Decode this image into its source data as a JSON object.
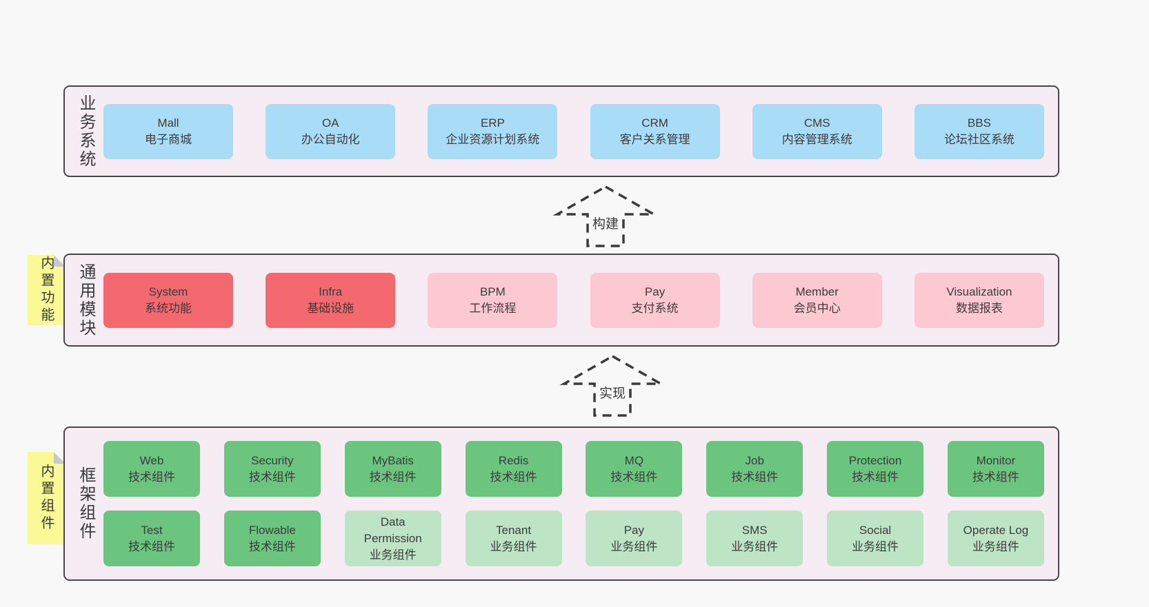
{
  "colors": {
    "page_background": "#f8f8f8",
    "layer_background": "#f5ecf4",
    "layer_border": "#474747",
    "box_blue": "#a9dcf6",
    "box_red": "#f4696f",
    "box_pink": "#fcc9d3",
    "box_green": "#6cc57f",
    "box_light_green": "#bce4c5",
    "note_yellow": "#fbf896",
    "note_fold_gray": "#c9c9c9",
    "text": "#3b3b3b"
  },
  "arrows": [
    {
      "label": "构建"
    },
    {
      "label": "实现"
    }
  ],
  "layers": [
    {
      "side_label": "业务系统",
      "boxes": [
        {
          "title": "Mall",
          "subtitle": "电子商城"
        },
        {
          "title": "OA",
          "subtitle": "办公自动化"
        },
        {
          "title": "ERP",
          "subtitle": "企业资源计划系统"
        },
        {
          "title": "CRM",
          "subtitle": "客户关系管理"
        },
        {
          "title": "CMS",
          "subtitle": "内容管理系统"
        },
        {
          "title": "BBS",
          "subtitle": "论坛社区系统"
        }
      ]
    },
    {
      "side_label": "通用模块",
      "note": "内置功能",
      "boxes": [
        {
          "title": "System",
          "subtitle": "系统功能"
        },
        {
          "title": "Infra",
          "subtitle": "基础设施"
        },
        {
          "title": "BPM",
          "subtitle": "工作流程"
        },
        {
          "title": "Pay",
          "subtitle": "支付系统"
        },
        {
          "title": "Member",
          "subtitle": "会员中心"
        },
        {
          "title": "Visualization",
          "subtitle": "数据报表"
        }
      ]
    },
    {
      "side_label": "框架组件",
      "note": "内置组件",
      "rows": [
        [
          {
            "title": "Web",
            "subtitle": "技术组件"
          },
          {
            "title": "Security",
            "subtitle": "技术组件"
          },
          {
            "title": "MyBatis",
            "subtitle": "技术组件"
          },
          {
            "title": "Redis",
            "subtitle": "技术组件"
          },
          {
            "title": "MQ",
            "subtitle": "技术组件"
          },
          {
            "title": "Job",
            "subtitle": "技术组件"
          },
          {
            "title": "Protection",
            "subtitle": "技术组件"
          },
          {
            "title": "Monitor",
            "subtitle": "技术组件"
          }
        ],
        [
          {
            "title": "Test",
            "subtitle": "技术组件"
          },
          {
            "title": "Flowable",
            "subtitle": "技术组件"
          },
          {
            "title": "Data Permission",
            "subtitle": "业务组件"
          },
          {
            "title": "Tenant",
            "subtitle": "业务组件"
          },
          {
            "title": "Pay",
            "subtitle": "业务组件"
          },
          {
            "title": "SMS",
            "subtitle": "业务组件"
          },
          {
            "title": "Social",
            "subtitle": "业务组件"
          },
          {
            "title": "Operate Log",
            "subtitle": "业务组件"
          }
        ]
      ]
    }
  ]
}
